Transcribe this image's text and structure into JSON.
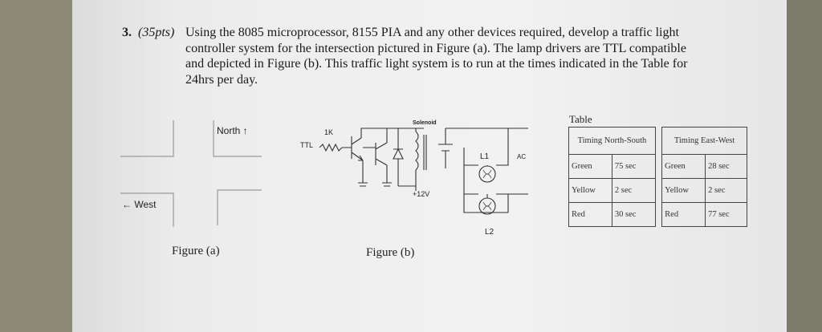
{
  "question": {
    "number": "3.",
    "points": "(35pts)",
    "lines": [
      "Using the 8085 microprocessor, 8155 PIA and any other devices required, develop a traffic light",
      "controller system for the intersection pictured in Figure (a). The lamp drivers are TTL compatible",
      "and depicted in Figure (b). This traffic light system is to run at the times indicated in the Table for",
      "24hrs per day."
    ]
  },
  "figure_a": {
    "north_label": "North ↑",
    "west_label": "← West",
    "caption": "Figure (a)"
  },
  "figure_b": {
    "ttl_label": "TTL",
    "resistor_label": "1K",
    "solenoid_label": "Solenoid",
    "supply_label": "+12V",
    "l1_label": "L1",
    "l2_label": "L2",
    "ac_label": "AC",
    "caption": "Figure (b)"
  },
  "table": {
    "title": "Table",
    "headers": [
      "Timing North-South",
      "Timing East-West"
    ],
    "rows": [
      {
        "ns_color": "Green",
        "ns_time": "75 sec",
        "ew_color": "Green",
        "ew_time": "28 sec"
      },
      {
        "ns_color": "Yellow",
        "ns_time": "2 sec",
        "ew_color": "Yellow",
        "ew_time": "2 sec"
      },
      {
        "ns_color": "Red",
        "ns_time": "30 sec",
        "ew_color": "Red",
        "ew_time": "77 sec"
      }
    ]
  }
}
